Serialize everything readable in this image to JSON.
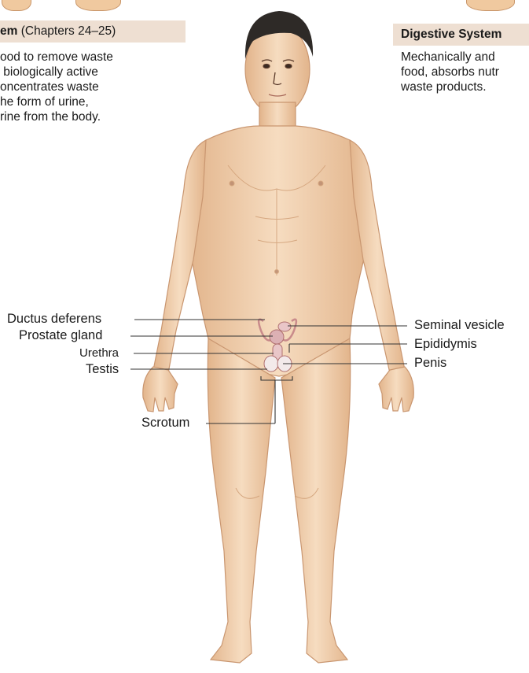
{
  "left_box": {
    "header_bold": "em",
    "header_normal": " (Chapters 24–25)",
    "lines": [
      "ood to remove waste",
      " biologically active",
      "oncentrates waste",
      "he form of urine,",
      "rine from the body."
    ]
  },
  "right_box": {
    "header": "Digestive System",
    "lines": [
      "Mechanically and",
      "food, absorbs nutr",
      "waste products."
    ]
  },
  "labels": {
    "ductus_deferens": "Ductus deferens",
    "prostate_gland": "Prostate gland",
    "urethra": "Urethra",
    "testis": "Testis",
    "scrotum": "Scrotum",
    "seminal_vesicle": "Seminal vesicle",
    "epididymis": "Epididymis",
    "penis": "Penis"
  },
  "colors": {
    "skin": "#f3d3b3",
    "skin_shadow": "#d9a77d",
    "hair": "#2e2a27",
    "header_bg": "#eedfd2",
    "organ": "#e9c6c8"
  }
}
